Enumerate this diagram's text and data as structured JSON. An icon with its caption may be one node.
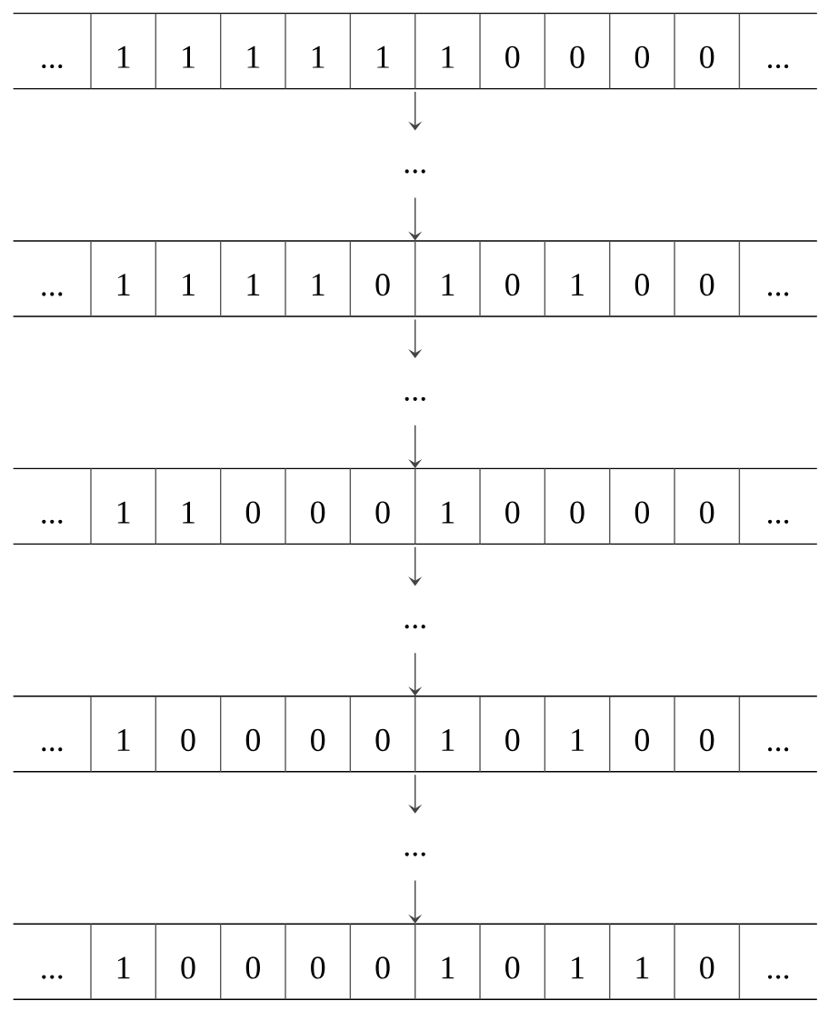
{
  "diagram": {
    "nodes": [
      {
        "text": [
          "...",
          "1",
          "1",
          "1",
          "1",
          "1",
          "1",
          "0",
          "0",
          "0",
          "0",
          "..."
        ]
      },
      {
        "text": [
          "..."
        ]
      },
      {
        "text": [
          "...",
          "1",
          "1",
          "1",
          "1",
          "0",
          "1",
          "0",
          "1",
          "0",
          "0",
          "..."
        ]
      },
      {
        "text": [
          "..."
        ]
      },
      {
        "text": [
          "...",
          "1",
          "1",
          "0",
          "0",
          "0",
          "1",
          "0",
          "0",
          "0",
          "0",
          "..."
        ]
      },
      {
        "text": [
          "..."
        ]
      },
      {
        "text": [
          "...",
          "1",
          "0",
          "0",
          "0",
          "0",
          "1",
          "0",
          "1",
          "0",
          "0",
          "..."
        ]
      },
      {
        "text": [
          "..."
        ]
      },
      {
        "text": [
          "...",
          "1",
          "0",
          "0",
          "0",
          "0",
          "1",
          "0",
          "1",
          "1",
          "0",
          "..."
        ]
      }
    ],
    "edges": [
      {
        "from": 0,
        "to": 1,
        "arrow": "to"
      },
      {
        "from": 1,
        "to": 2,
        "arrow": "to"
      },
      {
        "from": 2,
        "to": 3,
        "arrow": "to"
      },
      {
        "from": 3,
        "to": 4,
        "arrow": "to"
      },
      {
        "from": 4,
        "to": 5,
        "arrow": "to"
      },
      {
        "from": 5,
        "to": 6,
        "arrow": "to"
      },
      {
        "from": 6,
        "to": 7,
        "arrow": "to"
      },
      {
        "from": 7,
        "to": 8,
        "arrow": "to"
      }
    ]
  }
}
